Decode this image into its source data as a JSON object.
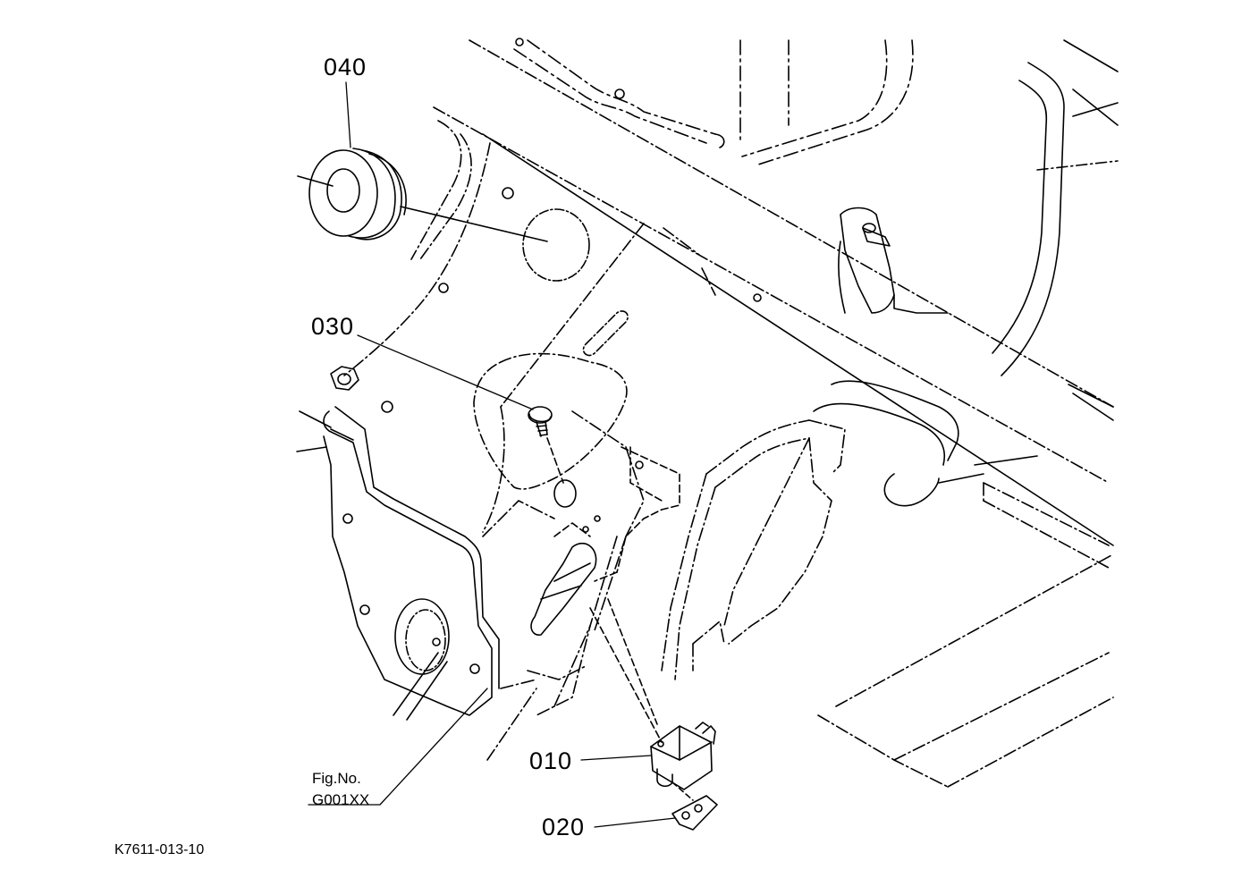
{
  "parts": [
    {
      "number": "040"
    },
    {
      "number": "030"
    },
    {
      "number": "010"
    },
    {
      "number": "020"
    }
  ],
  "figure": {
    "caption_label": "Fig.No.",
    "caption_value": "G001XX"
  },
  "drawing_code": "K7611-013-10",
  "line_color": "#000000",
  "background": "#ffffff"
}
